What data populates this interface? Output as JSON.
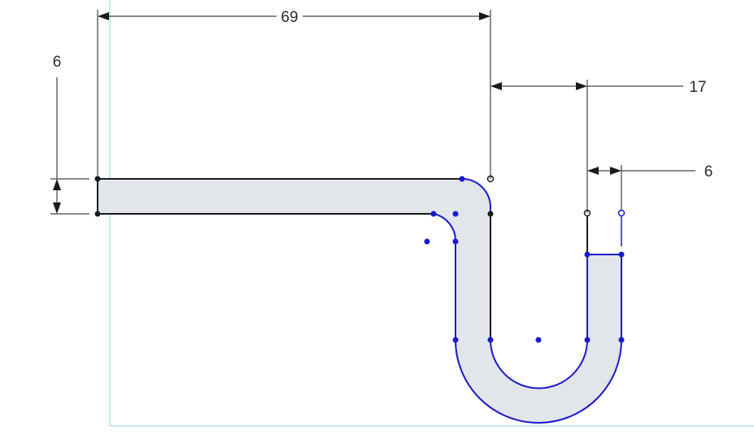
{
  "dimensions": {
    "top_horizontal": "69",
    "right_offset_large": "17",
    "right_offset_small": "6",
    "left_vertical": "6"
  },
  "colors": {
    "constrained": "#1a1a1a",
    "underconstrained": "#1a1acc",
    "region_fill": "#e2e5ea",
    "sketch_plane": "#8fd3ea"
  }
}
